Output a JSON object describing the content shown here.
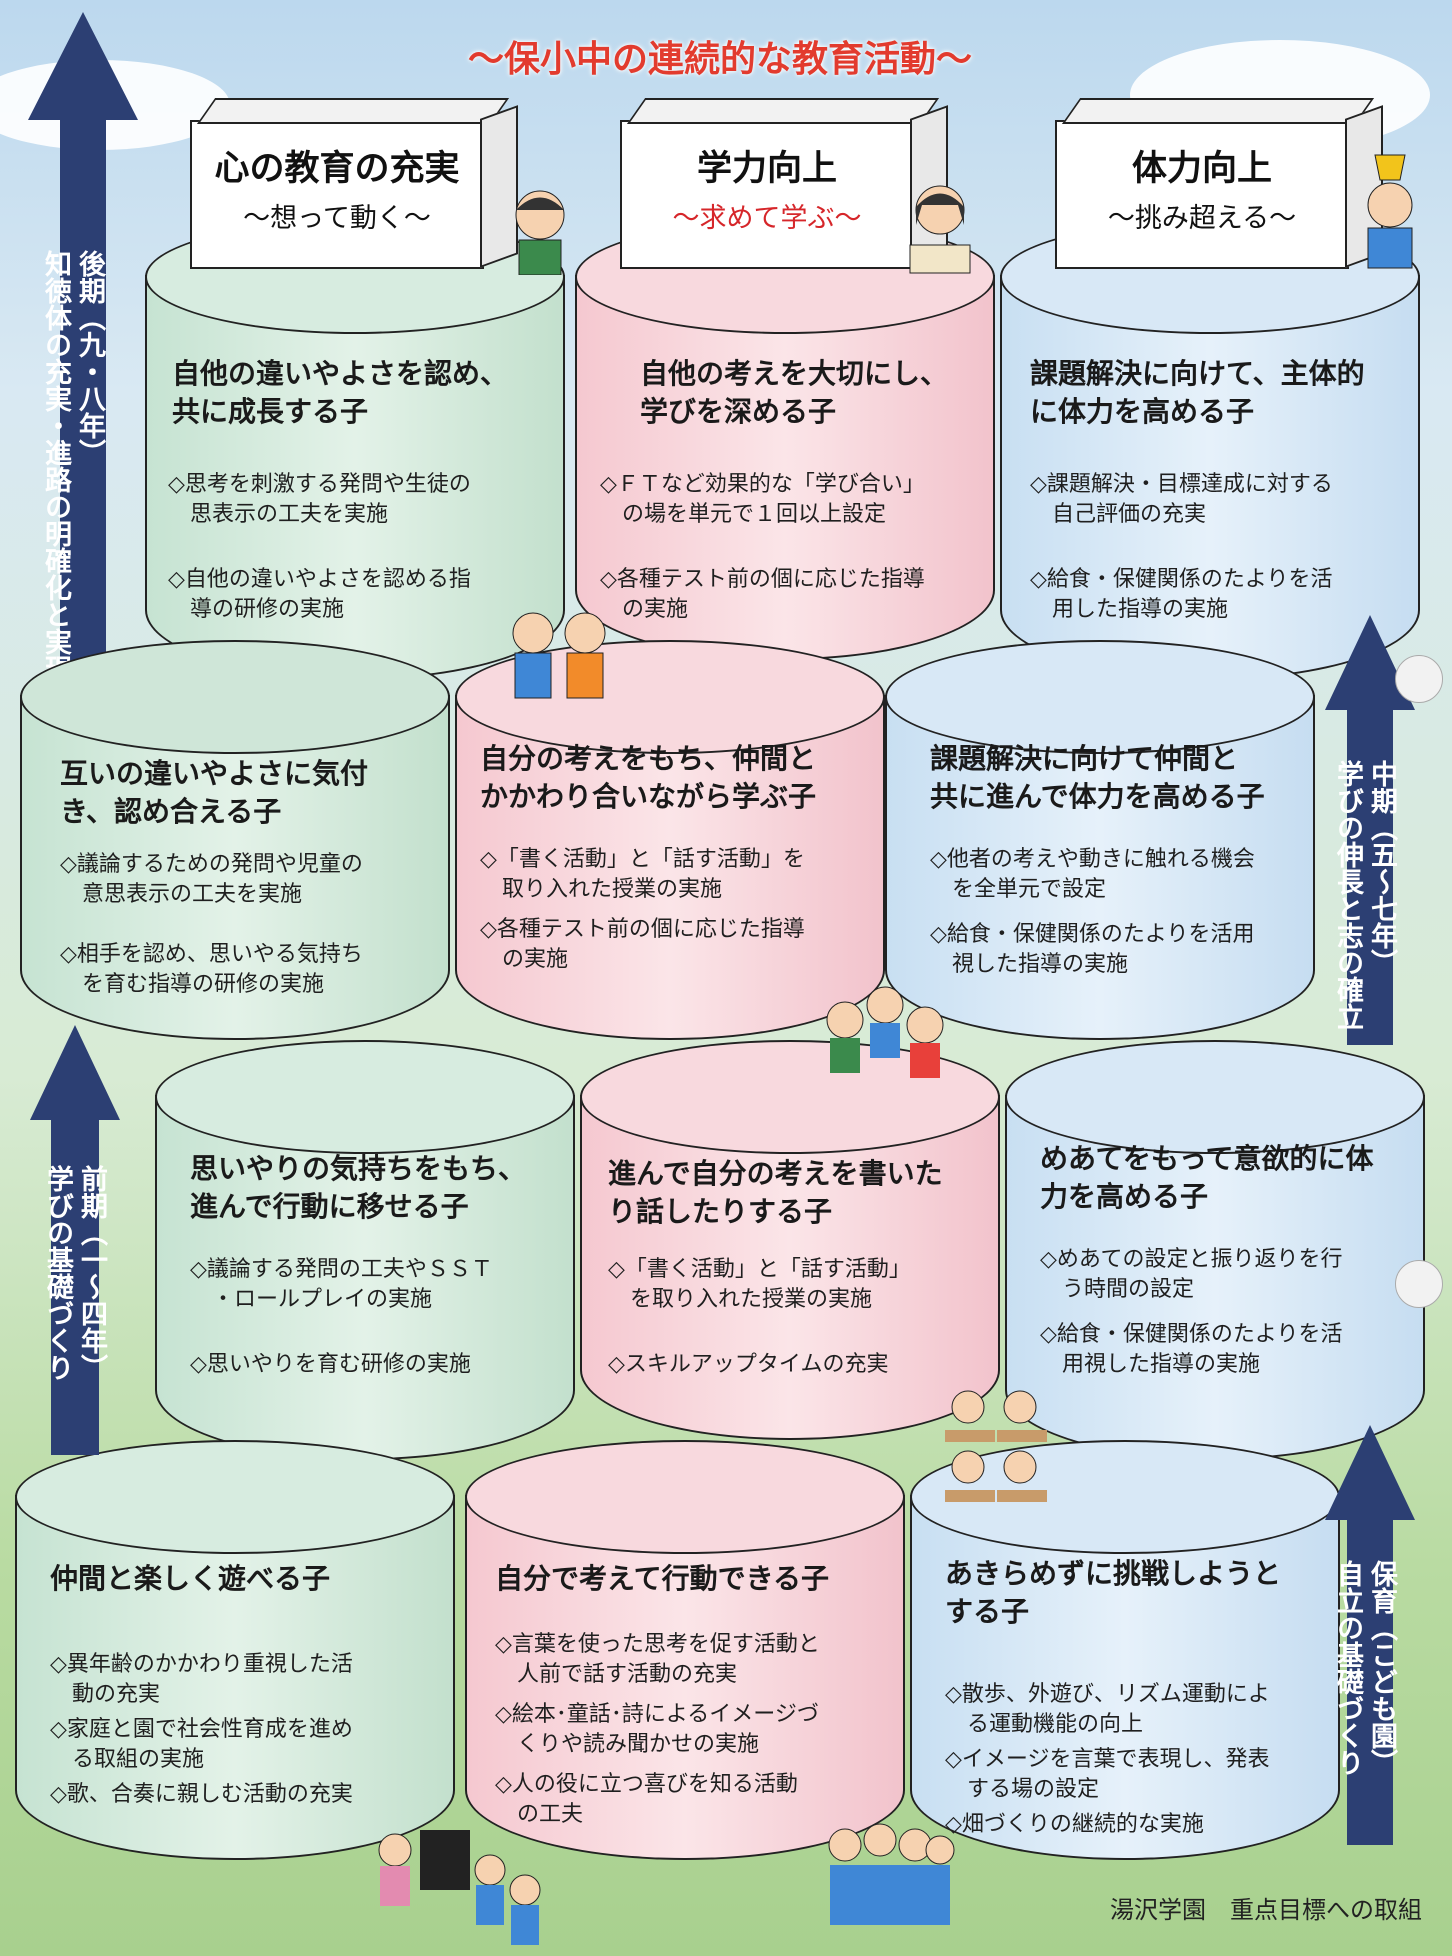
{
  "header": {
    "title_partial": "",
    "subtitle": "～保小中の連続的な教育活動～"
  },
  "boxes": [
    {
      "title": "心の教育の充実",
      "sub": "～想って動く～"
    },
    {
      "title": "学力向上",
      "sub": "～求めて学ぶ～"
    },
    {
      "title": "体力向上",
      "sub": "～挑み超える～"
    }
  ],
  "stages": {
    "late": {
      "label": "後期（九・八年）",
      "desc": "知徳体の充実・進路の明確化と実現"
    },
    "middle": {
      "label": "中期（五～七年）",
      "desc": "学びの伸長と志の確立"
    },
    "early": {
      "label": "前期（一～四年）",
      "desc": "学びの基礎づくり"
    },
    "nursery": {
      "label": "保育（こども園）",
      "desc": "自立の基礎づくり"
    }
  },
  "rows": [
    [
      {
        "title": "自他の違いやよさを認め、\n共に成長する子",
        "items": [
          "◇思考を刺激する発問や生徒の\n　思表示の工夫を実施",
          "◇自他の違いやよさを認める指\n　導の研修の実施"
        ]
      },
      {
        "title": "自他の考えを大切にし、\n学びを深める子",
        "items": [
          "◇ＦＴなど効果的な「学び合い」\n　の場を単元で１回以上設定",
          "◇各種テスト前の個に応じた指導\n　の実施"
        ]
      },
      {
        "title": "課題解決に向けて、主体的\nに体力を高める子",
        "items": [
          "◇課題解決・目標達成に対する\n　自己評価の充実",
          "◇給食・保健関係のたよりを活\n　用した指導の実施"
        ]
      }
    ],
    [
      {
        "title": "互いの違いやよさに気付\nき、認め合える子",
        "items": [
          "◇議論するための発問や児童の\n　意思表示の工夫を実施",
          "◇相手を認め、思いやる気持ち\n　を育む指導の研修の実施"
        ]
      },
      {
        "title": "自分の考えをもち、仲間と\nかかわり合いながら学ぶ子",
        "items": [
          "◇「書く活動」と「話す活動」を\n　取り入れた授業の実施",
          "◇各種テスト前の個に応じた指導\n　の実施"
        ]
      },
      {
        "title": "課題解決に向けて仲間と\n共に進んで体力を高める子",
        "items": [
          "◇他者の考えや動きに触れる機会\n　を全単元で設定",
          "◇給食・保健関係のたよりを活用\n　視した指導の実施"
        ]
      }
    ],
    [
      {
        "title": "思いやりの気持ちをもち、\n進んで行動に移せる子",
        "items": [
          "◇議論する発問の工夫やＳＳＴ\n　・ロールプレイの実施",
          "◇思いやりを育む研修の実施"
        ]
      },
      {
        "title": "進んで自分の考えを書いた\nり話したりする子",
        "items": [
          "◇「書く活動」と「話す活動」\n　を取り入れた授業の実施",
          "◇スキルアップタイムの充実"
        ]
      },
      {
        "title": "めあてをもって意欲的に体\n力を高める子",
        "items": [
          "◇めあての設定と振り返りを行\n　う時間の設定",
          "◇給食・保健関係のたよりを活\n　用視した指導の実施"
        ]
      }
    ],
    [
      {
        "title": "仲間と楽しく遊べる子",
        "items": [
          "◇異年齢のかかわり重視した活\n　動の充実",
          "◇家庭と園で社会性育成を進め\n　る取組の実施",
          "◇歌、合奏に親しむ活動の充実"
        ]
      },
      {
        "title": "自分で考えて行動できる子",
        "items": [
          "◇言葉を使った思考を促す活動と\n　人前で話す活動の充実",
          "◇絵本･童話･詩によるイメージづ\n　くりや読み聞かせの実施",
          "◇人の役に立つ喜びを知る活動\n　の工夫"
        ]
      },
      {
        "title": "あきらめずに挑戦しようと\nする子",
        "items": [
          "◇散歩、外遊び、リズム運動によ\n　る運動機能の向上",
          "◇イメージを言葉で表現し、発表\n　する場の設定",
          "◇畑づくりの継続的な実施"
        ]
      }
    ]
  ],
  "footer": "湯沢学園　重点目標への取組",
  "colors": {
    "arrow": "#2c3f73",
    "green": "#d7ece0",
    "pink": "#f8d9de",
    "blue": "#d8e8f6",
    "accent_red": "#e23b2e"
  }
}
